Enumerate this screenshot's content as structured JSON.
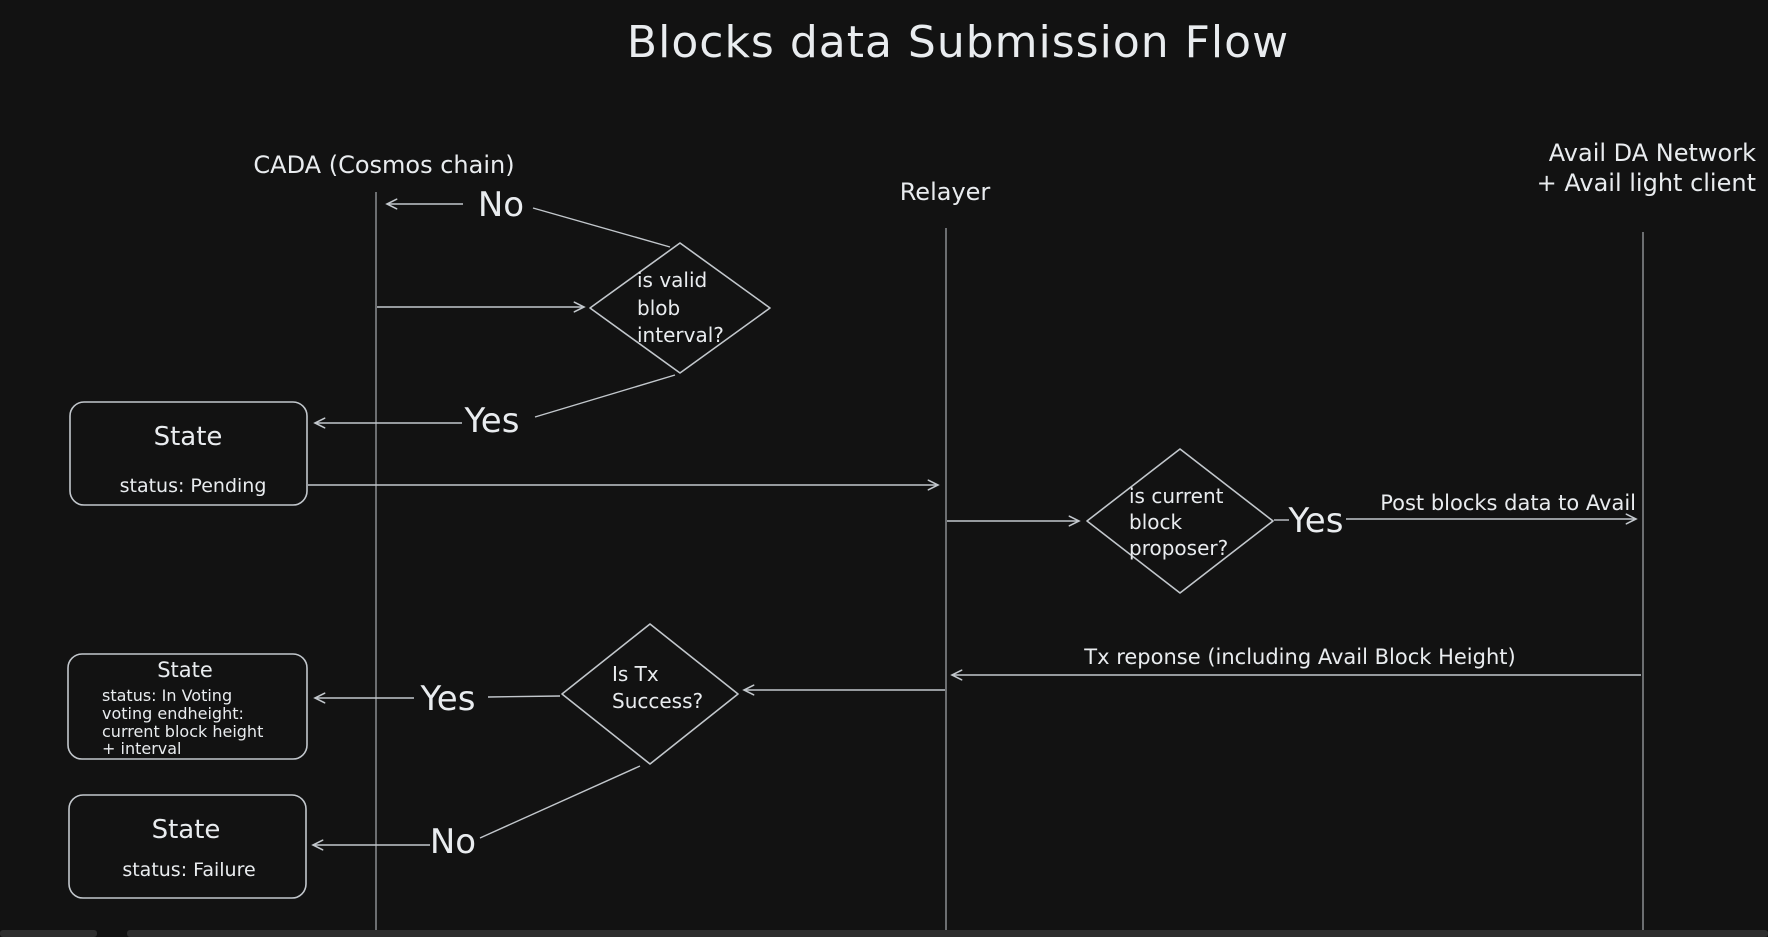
{
  "title": "Blocks data Submission Flow",
  "colors": {
    "background": "#121212",
    "stroke": "#c2c7cc",
    "text": "#e9ecef"
  },
  "actors": {
    "cada": {
      "label": "CADA (Cosmos chain)"
    },
    "relayer": {
      "label": "Relayer"
    },
    "avail": {
      "label_line1": "Avail DA Network",
      "label_line2": "+ Avail light client"
    }
  },
  "decisions": {
    "blob_interval": {
      "lines": [
        "is valid",
        "blob",
        "interval?"
      ],
      "no_label": "No",
      "yes_label": "Yes"
    },
    "block_proposer": {
      "lines": [
        "is current",
        "block",
        "proposer?"
      ],
      "yes_label": "Yes"
    },
    "tx_success": {
      "lines": [
        "Is Tx",
        "Success?"
      ],
      "yes_label": "Yes",
      "no_label": "No"
    }
  },
  "states": {
    "pending": {
      "title": "State",
      "lines": [
        "status: Pending"
      ]
    },
    "in_voting": {
      "title": "State",
      "lines": [
        "status: In Voting",
        "voting endheight:",
        "current block height",
        "+ interval"
      ]
    },
    "failure": {
      "title": "State",
      "lines": [
        "status: Failure"
      ]
    }
  },
  "messages": {
    "post_blocks": "Post blocks data to Avail",
    "tx_response": "Tx reponse (including Avail Block Height)"
  }
}
